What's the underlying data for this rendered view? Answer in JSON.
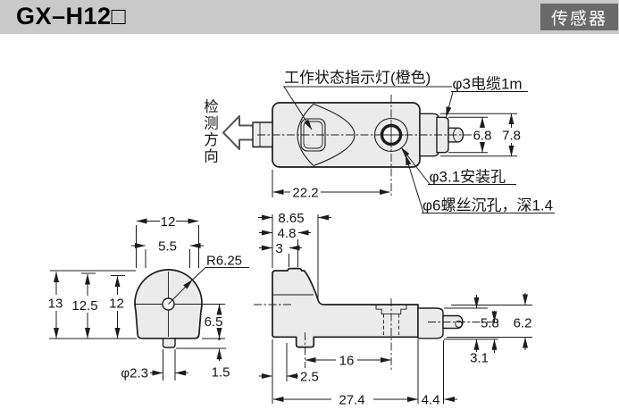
{
  "header": {
    "model": "GX–H12□",
    "category": "传感器"
  },
  "colors": {
    "header_bar": "#c9c9c9",
    "category_bg": "#6a6a6a",
    "category_text": "#ffffff",
    "body_fill": "#ebebeb",
    "line": "#1c1c1c",
    "page_bg": "#ffffff"
  },
  "top_view": {
    "direction": [
      "检",
      "测",
      "方",
      "向"
    ],
    "label_indicator": "工作状态指示灯(橙色)",
    "label_cable": "φ3电缆1m",
    "label_mount_hole": "φ3.1安装孔",
    "label_counterbore": "φ6螺丝沉孔，深1.4",
    "dim_length": "22.2",
    "dim_boot_inner": "6.8",
    "dim_boot_outer": "7.8"
  },
  "front_view": {
    "dim_width": "12",
    "dim_top": "5.5",
    "dim_radius": "R6.25",
    "dim_h1": "13",
    "dim_h2": "12.5",
    "dim_h3": "12",
    "dim_center_to_bottom": "6.5",
    "dim_pin_dia": "φ2.3",
    "dim_pin_len": "1.5"
  },
  "side_view": {
    "dim_a": "8.65",
    "dim_b": "4.8",
    "dim_c": "3",
    "dim_pin_to_hole": "16",
    "dim_pin_offset": "2.5",
    "dim_length": "27.4",
    "dim_boot_len": "4.4",
    "dim_boot_h": "5.8",
    "dim_rear_h": "6.2",
    "dim_cable_center": "3.1"
  }
}
